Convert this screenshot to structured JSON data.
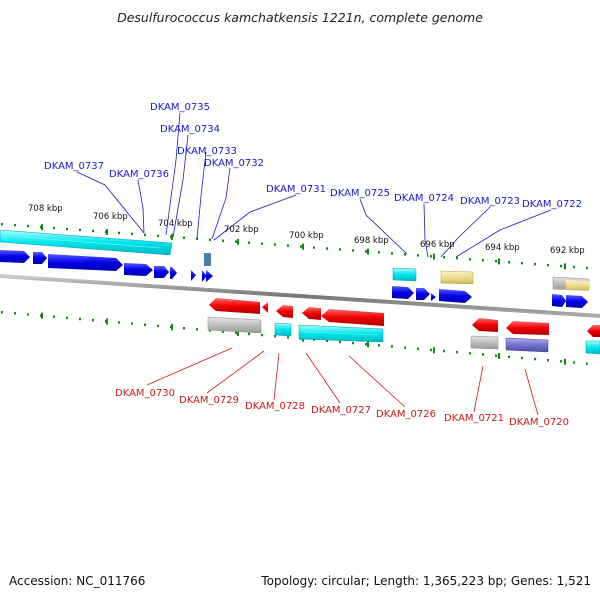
{
  "title": "Desulfurococcus kamchatkensis 1221n, complete genome",
  "footer": {
    "accession": "Accession: NC_011766",
    "summary": "Topology: circular; Length: 1,365,223 bp; Genes: 1,521"
  },
  "colors": {
    "forward": "#0000dd",
    "reverse": "#ee0000",
    "cds_cyan": "#00e0e8",
    "cds_gray": "#b8b8b8",
    "cds_yellow": "#eedd88",
    "cds_purple": "#7070c8",
    "tick": "#118811",
    "backbone": "#888888"
  },
  "scale_ticks": [
    {
      "label": "708 kbp"
    },
    {
      "label": "706 kbp"
    },
    {
      "label": "704 kbp"
    },
    {
      "label": "702 kbp"
    },
    {
      "label": "700 kbp"
    },
    {
      "label": "698 kbp"
    },
    {
      "label": "696 kbp"
    },
    {
      "label": "694 kbp"
    },
    {
      "label": "692 kbp"
    }
  ],
  "forward_labels": [
    "DKAM_0735",
    "DKAM_0734",
    "DKAM_0733",
    "DKAM_0732",
    "DKAM_0737",
    "DKAM_0736",
    "DKAM_0731",
    "DKAM_0725",
    "DKAM_0724",
    "DKAM_0723",
    "DKAM_0722"
  ],
  "reverse_labels": [
    "DKAM_0730",
    "DKAM_0729",
    "DKAM_0728",
    "DKAM_0727",
    "DKAM_0726",
    "DKAM_0721",
    "DKAM_0720"
  ]
}
